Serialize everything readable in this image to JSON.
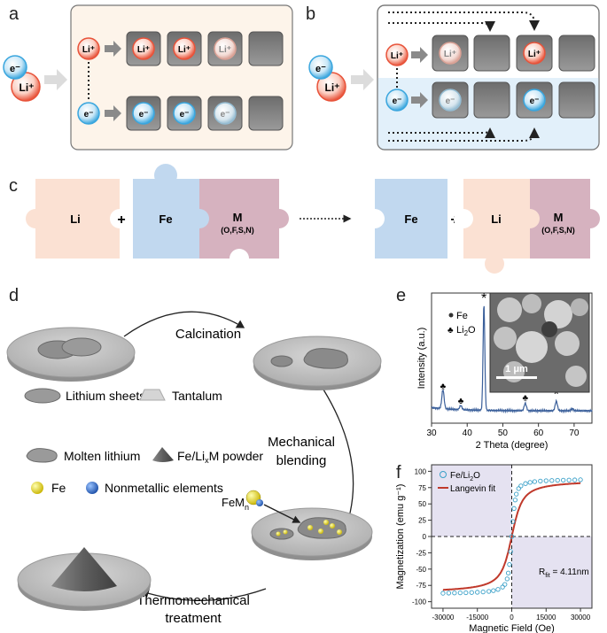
{
  "panels": {
    "a": {
      "label": "a",
      "input": {
        "top": "e⁻",
        "bottom": "Li⁺"
      },
      "row_top": {
        "source": "Li⁺",
        "cells": [
          "Li⁺",
          "Li⁺",
          "Li⁺"
        ]
      },
      "row_bottom": {
        "source": "e⁻",
        "cells": [
          "e⁻",
          "e⁻",
          "e⁻"
        ]
      }
    },
    "b": {
      "label": "b",
      "input": {
        "top": "e⁻",
        "bottom": "Li⁺"
      },
      "row_top": {
        "source": "Li⁺",
        "cell1": "Li⁺",
        "cell3": "Li⁺"
      },
      "row_bottom": {
        "source": "e⁻",
        "cell1": "e⁻",
        "cell3": "e⁻"
      }
    },
    "c": {
      "label": "c",
      "left": {
        "li": "Li",
        "plus1": "+",
        "fe": "Fe",
        "m": "M",
        "m_sub": "(O,F,S,N)"
      },
      "right": {
        "fe": "Fe",
        "plus2": "+",
        "li": "Li",
        "m": "M",
        "m_sub": "(O,F,S,N)"
      }
    },
    "d": {
      "label": "d",
      "step1": "Calcination",
      "step2_line1": "Mechanical",
      "step2_line2": "blending",
      "step3_line1": "Thermomechanical",
      "step3_line2": "treatment",
      "femn": "FeM",
      "femn_sub": "n",
      "legend": {
        "lithium_sheets": "Lithium sheets",
        "tantalum": "Tantalum",
        "molten_lithium": "Molten lithium",
        "powder_prefix": "Fe/Li",
        "powder_sub": "x",
        "powder_suffix": "M powder",
        "fe": "Fe",
        "nonmetal": "Nonmetallic elements"
      }
    },
    "e": {
      "label": "e",
      "legend_fe": "Fe",
      "legend_li2o_prefix": "Li",
      "legend_li2o_sub": "2",
      "legend_li2o_suffix": "O",
      "inset_scale": "1 μm"
    },
    "f": {
      "label": "f",
      "legend_data_prefix": "Fe/Li",
      "legend_data_sub": "2",
      "legend_data_suffix": "O",
      "legend_fit": "Langevin fit",
      "annotation_prefix": "R",
      "annotation_sub": "fit",
      "annotation_suffix": " = 4.11nm"
    }
  },
  "chart_data": [
    {
      "type": "line",
      "panel": "e",
      "xlabel": "2 Theta (degree)",
      "ylabel": "Intensity (a.u.)",
      "xlim": [
        30,
        75
      ],
      "xticks": [
        30,
        40,
        50,
        60,
        70
      ],
      "series_color": "#3a5f9a",
      "peaks": [
        {
          "x": 33.2,
          "height": 0.18,
          "marker": "♣"
        },
        {
          "x": 38.2,
          "height": 0.04,
          "marker": "♣"
        },
        {
          "x": 44.7,
          "height": 1.0,
          "marker": "*"
        },
        {
          "x": 56.3,
          "height": 0.07,
          "marker": "♣"
        },
        {
          "x": 65.0,
          "height": 0.09,
          "marker": "*"
        },
        {
          "x": 69.5,
          "height": 0.02,
          "marker": ""
        }
      ]
    },
    {
      "type": "scatter",
      "panel": "f",
      "xlabel": "Magnetic Field (Oe)",
      "ylabel": "Magnetization (emu g⁻¹)",
      "xlim": [
        -35000,
        35000
      ],
      "ylim": [
        -110,
        110
      ],
      "xticks": [
        -30000,
        -15000,
        0,
        15000,
        30000
      ],
      "yticks": [
        -100,
        -75,
        -50,
        -25,
        0,
        25,
        50,
        75,
        100
      ],
      "saturation": 87,
      "fit_color": "#c0392b",
      "data_color": "#3aa0c8",
      "x": [
        -30000,
        -27500,
        -25000,
        -22500,
        -20000,
        -17500,
        -15000,
        -12500,
        -10000,
        -8000,
        -6000,
        -4000,
        -3000,
        -2000,
        -1500,
        -1000,
        -500,
        0,
        500,
        1000,
        1500,
        2000,
        3000,
        4000,
        6000,
        8000,
        10000,
        12500,
        15000,
        17500,
        20000,
        22500,
        25000,
        27500,
        30000
      ],
      "y": [
        -87,
        -86.8,
        -86.6,
        -86.4,
        -86.2,
        -85.9,
        -85.5,
        -85,
        -84.2,
        -83,
        -81.2,
        -77.5,
        -73.5,
        -65,
        -56,
        -43,
        -23,
        0,
        23,
        43,
        56,
        65,
        73.5,
        77.5,
        81.2,
        83,
        84.2,
        85,
        85.5,
        85.9,
        86.2,
        86.4,
        86.6,
        86.8,
        87
      ]
    }
  ]
}
